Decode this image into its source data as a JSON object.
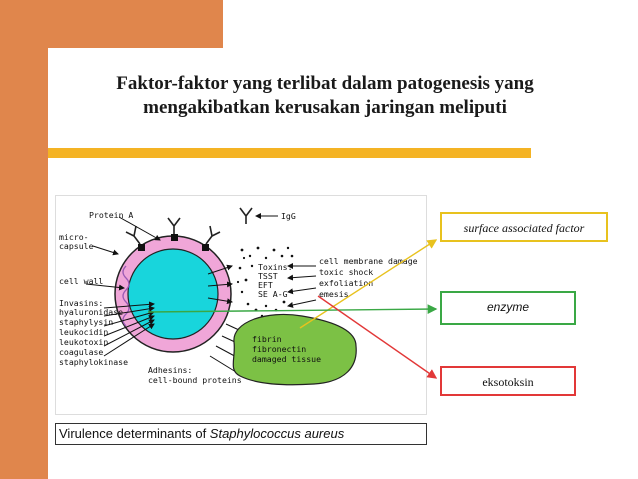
{
  "title": {
    "line1": "Faktor-faktor yang terlibat dalam patogenesis yang",
    "line2": "mengakibatkan kerusakan jaringan meliputi"
  },
  "figure": {
    "labels": {
      "protein_a": "Protein A",
      "igg": "IgG",
      "microcapsule_1": "micro-",
      "microcapsule_2": "capsule",
      "cell_wall": "cell wall",
      "invasins": "Invasins:",
      "invasin_items": [
        "hyaluronidase",
        "staphylysin",
        "leukocidin",
        "leukotoxin",
        "coagulase",
        "staphylokinase"
      ],
      "adhesins_1": "Adhesins:",
      "adhesins_2": "cell-bound proteins",
      "toxins_items": [
        "Toxins:",
        "TSST",
        "EFT",
        "SE A-G"
      ],
      "damage_items": [
        "cell membrane damage",
        "toxic shock",
        "exfoliation",
        "emesis"
      ],
      "fibrin_items": [
        "fibrin",
        "fibronectin",
        "damaged tissue"
      ]
    },
    "caption_prefix": "Virulence determinants of ",
    "caption_species": "Staphylococcus aureus"
  },
  "boxes": {
    "surface": "surface associated factor",
    "enzyme": "enzyme",
    "eksotoksin": "eksotoksin"
  },
  "colors": {
    "sidebar": "#e0864c",
    "title_accent": "#f4b324",
    "surface": "#e8c21e",
    "enzyme": "#3aa845",
    "eksotoksin": "#e23838",
    "cell_core": "#18d5dc",
    "capsule": "#f0a6d8",
    "tissue": "#7cc145"
  }
}
